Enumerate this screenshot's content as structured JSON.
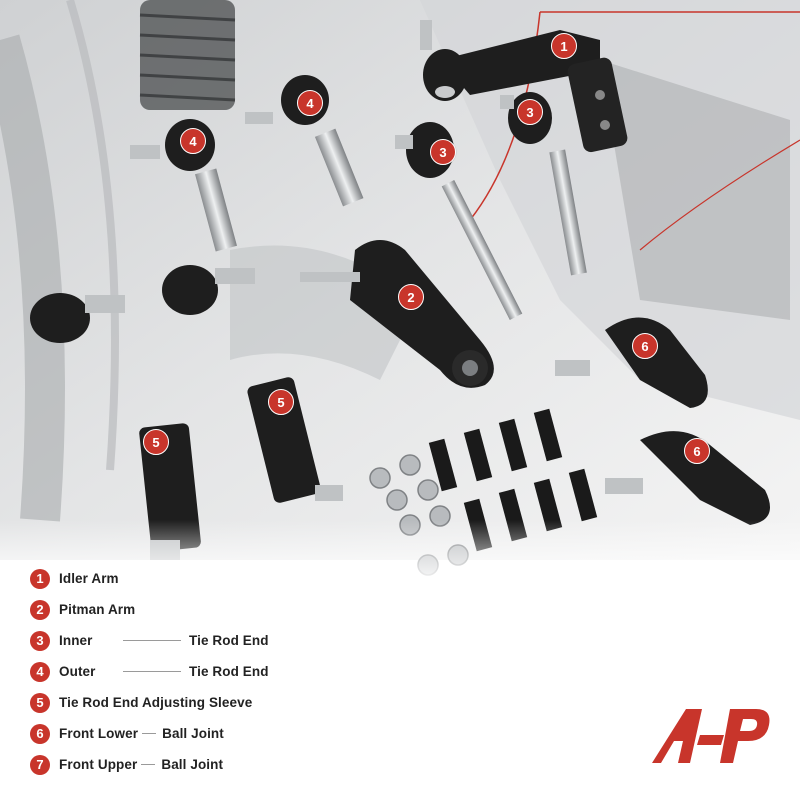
{
  "legend": [
    {
      "num": "1",
      "text": "Idler Arm"
    },
    {
      "num": "2",
      "text": "Pitman Arm"
    },
    {
      "num": "3",
      "text_a": "Inner",
      "text_b": "Tie Rod End"
    },
    {
      "num": "4",
      "text_a": "Outer",
      "text_b": "Tie Rod End"
    },
    {
      "num": "5",
      "text": "Tie Rod End Adjusting Sleeve"
    },
    {
      "num": "6",
      "text_a": "Front Lower",
      "text_b": "Ball Joint"
    },
    {
      "num": "7",
      "text_a": "Front Upper",
      "text_b": "Ball Joint"
    }
  ],
  "badges": [
    "1",
    "2",
    "3",
    "3",
    "4",
    "4",
    "5",
    "5",
    "6",
    "6"
  ],
  "colors": {
    "accent": "#c8352b",
    "part": "#1e1e1e",
    "metal": "#bfc2c4"
  },
  "brand_icon": "ap-logo-icon"
}
